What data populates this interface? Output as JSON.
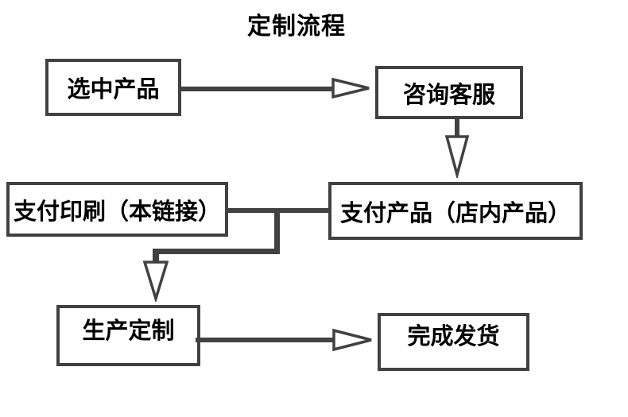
{
  "diagram": {
    "title": "定制流程",
    "colors": {
      "line": "#414141",
      "text": "#000000",
      "background": "#ffffff"
    },
    "nodes": [
      {
        "id": "select-product",
        "label": "选中产品"
      },
      {
        "id": "consult-service",
        "label": "咨询客服"
      },
      {
        "id": "pay-printing",
        "label": "支付印刷（本链接）"
      },
      {
        "id": "pay-product",
        "label": "支付产品（店内产品）"
      },
      {
        "id": "production",
        "label": "生产定制"
      },
      {
        "id": "ship-complete",
        "label": "完成发货"
      }
    ],
    "edges": [
      {
        "from": "选中产品",
        "to": "咨询客服",
        "style": "hollow-arrow-right"
      },
      {
        "from": "咨询客服",
        "to": "支付产品（店内产品）",
        "style": "hollow-arrow-down"
      },
      {
        "from": "支付印刷（本链接）",
        "to": "支付产品（店内产品）",
        "style": "plain-line"
      },
      {
        "from": "支付印刷/支付产品 连接线",
        "to": "生产定制",
        "style": "hollow-arrow-down"
      },
      {
        "from": "生产定制",
        "to": "完成发货",
        "style": "hollow-arrow-right"
      }
    ]
  }
}
